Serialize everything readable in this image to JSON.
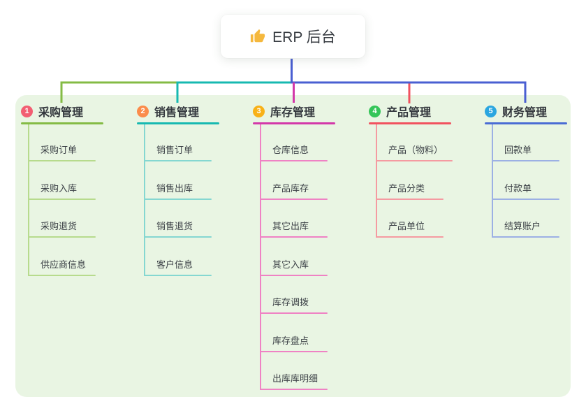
{
  "root": {
    "title": "ERP 后台",
    "icon": "thumbs-up-icon",
    "icon_color": "#f5b83d",
    "connector_color": "#4a5fd2"
  },
  "canvas": {
    "background": "#e9f5e3",
    "page_background": "#ffffff"
  },
  "text_colors": {
    "heading": "#34383e",
    "item": "#3b4046"
  },
  "branches": [
    {
      "number": "1",
      "title": "采购管理",
      "badge_color": "#f25e72",
      "line_color": "#84bb45",
      "light_line_color": "#b7db8d",
      "children": [
        "采购订单",
        "采购入库",
        "采购退货",
        "供应商信息"
      ]
    },
    {
      "number": "2",
      "title": "销售管理",
      "badge_color": "#fb8c4b",
      "line_color": "#17b9b1",
      "light_line_color": "#85d7d1",
      "children": [
        "销售订单",
        "销售出库",
        "销售退货",
        "客户信息"
      ]
    },
    {
      "number": "3",
      "title": "库存管理",
      "badge_color": "#f8b117",
      "line_color": "#d338a9",
      "light_line_color": "#ef82c4",
      "children": [
        "仓库信息",
        "产品库存",
        "其它出库",
        "其它入库",
        "库存调拨",
        "库存盘点",
        "出库库明细"
      ]
    },
    {
      "number": "4",
      "title": "产品管理",
      "badge_color": "#35c559",
      "line_color": "#f1525f",
      "light_line_color": "#f59aa1",
      "children": [
        "产品（物料）",
        "产品分类",
        "产品单位"
      ]
    },
    {
      "number": "5",
      "title": "财务管理",
      "badge_color": "#2ba6e0",
      "line_color": "#4a6cd4",
      "light_line_color": "#9cb0e4",
      "children": [
        "回款单",
        "付款单",
        "结算账户"
      ]
    }
  ]
}
